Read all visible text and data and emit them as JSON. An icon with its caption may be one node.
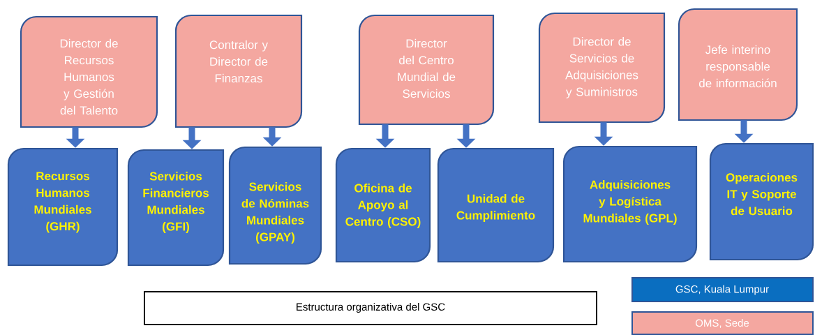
{
  "diagram": {
    "title": "Estructura organizativa del GSC",
    "nodes": [
      {
        "text": [
          "Director de Recursos Humanos y Gestión del Talento"
        ]
      },
      {
        "text": [
          "Contralor y Director de Finanzas"
        ]
      },
      {
        "text": [
          "Director del Centro Mundial de Servicios"
        ]
      },
      {
        "text": [
          "Director de Servicios de Adquisiciones y Suministros"
        ]
      },
      {
        "text": [
          "Jefe interino responsable de información"
        ]
      },
      {
        "text": [
          "Recursos Humanos Mundiales (GHR)"
        ]
      },
      {
        "text": [
          "Servicios Financieros Mundiales (GFI)"
        ]
      },
      {
        "text": [
          "Servicios de Nóminas Mundiales (GPAY)"
        ]
      },
      {
        "text": [
          "Oficina de Apoyo al Centro (CSO)"
        ]
      },
      {
        "text": [
          "Unidad de Cumplimiento"
        ]
      },
      {
        "text": [
          "Adquisiciones y Logística Mundiales (GPL)"
        ]
      },
      {
        "text": [
          "Operaciones IT y Soporte de Usuario"
        ]
      }
    ],
    "edges": [
      {
        "from": 0,
        "to": 5,
        "arrow": "to"
      },
      {
        "from": 1,
        "to": 6,
        "arrow": "to"
      },
      {
        "from": 1,
        "to": 7,
        "arrow": "to"
      },
      {
        "from": 2,
        "to": 8,
        "arrow": "to"
      },
      {
        "from": 2,
        "to": 9,
        "arrow": "to"
      },
      {
        "from": 3,
        "to": 10,
        "arrow": "to"
      },
      {
        "from": 4,
        "to": 11,
        "arrow": "to"
      }
    ],
    "legend": [
      {
        "text": "GSC, Kuala Lumpur",
        "color": "#0a6ec0"
      },
      {
        "text": "OMS, Sede",
        "color": "#f4a7a0"
      }
    ]
  }
}
